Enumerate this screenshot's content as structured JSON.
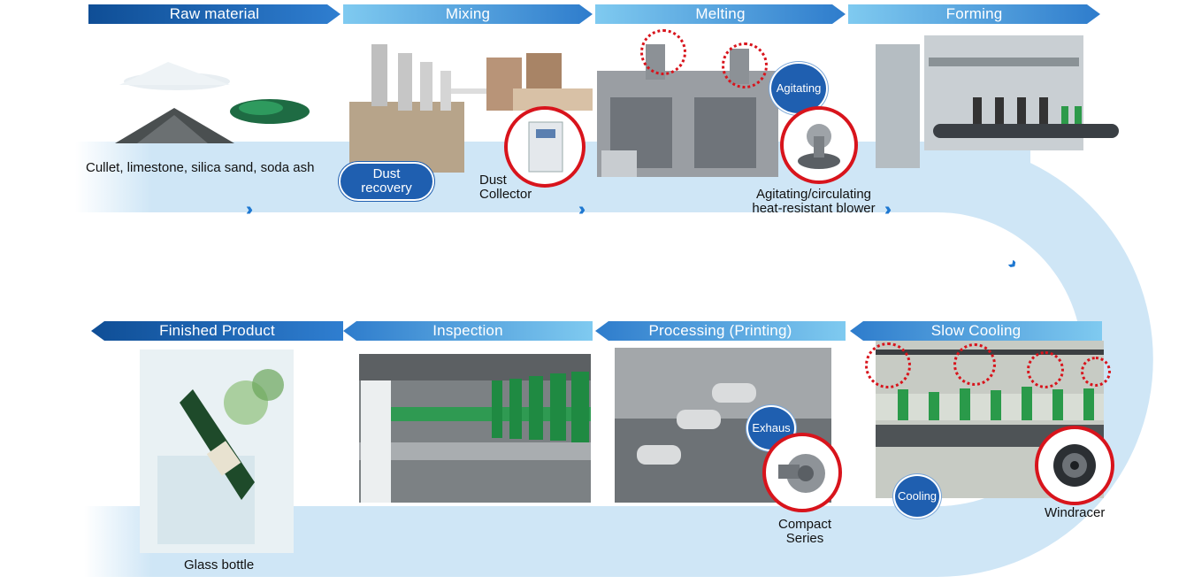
{
  "stages": {
    "raw_material": "Raw material",
    "mixing": "Mixing",
    "melting": "Melting",
    "forming": "Forming",
    "finished_product": "Finished Product",
    "inspection": "Inspection",
    "processing": "Processing (Printing)",
    "slow_cooling": "Slow Cooling"
  },
  "labels": {
    "raw_materials": "Cullet, limestone, silica sand, soda ash",
    "dust_recovery_line1": "Dust",
    "dust_recovery_line2": "recovery",
    "dust_collector_line1": "Dust",
    "dust_collector_line2": "Collector",
    "agitating": "Agitating",
    "blower_line1": "Agitating/circulating",
    "blower_line2": "heat-resistant blower",
    "exhaust": "Exhaus",
    "compact_line1": "Compact",
    "compact_line2": "Series",
    "cooling": "Cooling",
    "windracer": "Windracer",
    "glass_bottle": "Glass bottle"
  },
  "icons": {
    "flow": "chevron-right-icon",
    "flow_down": "chevron-down-icon"
  },
  "colors": {
    "banner_dark": "#0f4e96",
    "banner_light": "#5fb8ea",
    "flow_band": "#cfe6f6",
    "highlight_ring": "#d8141c",
    "badge": "#1f5fb0"
  }
}
